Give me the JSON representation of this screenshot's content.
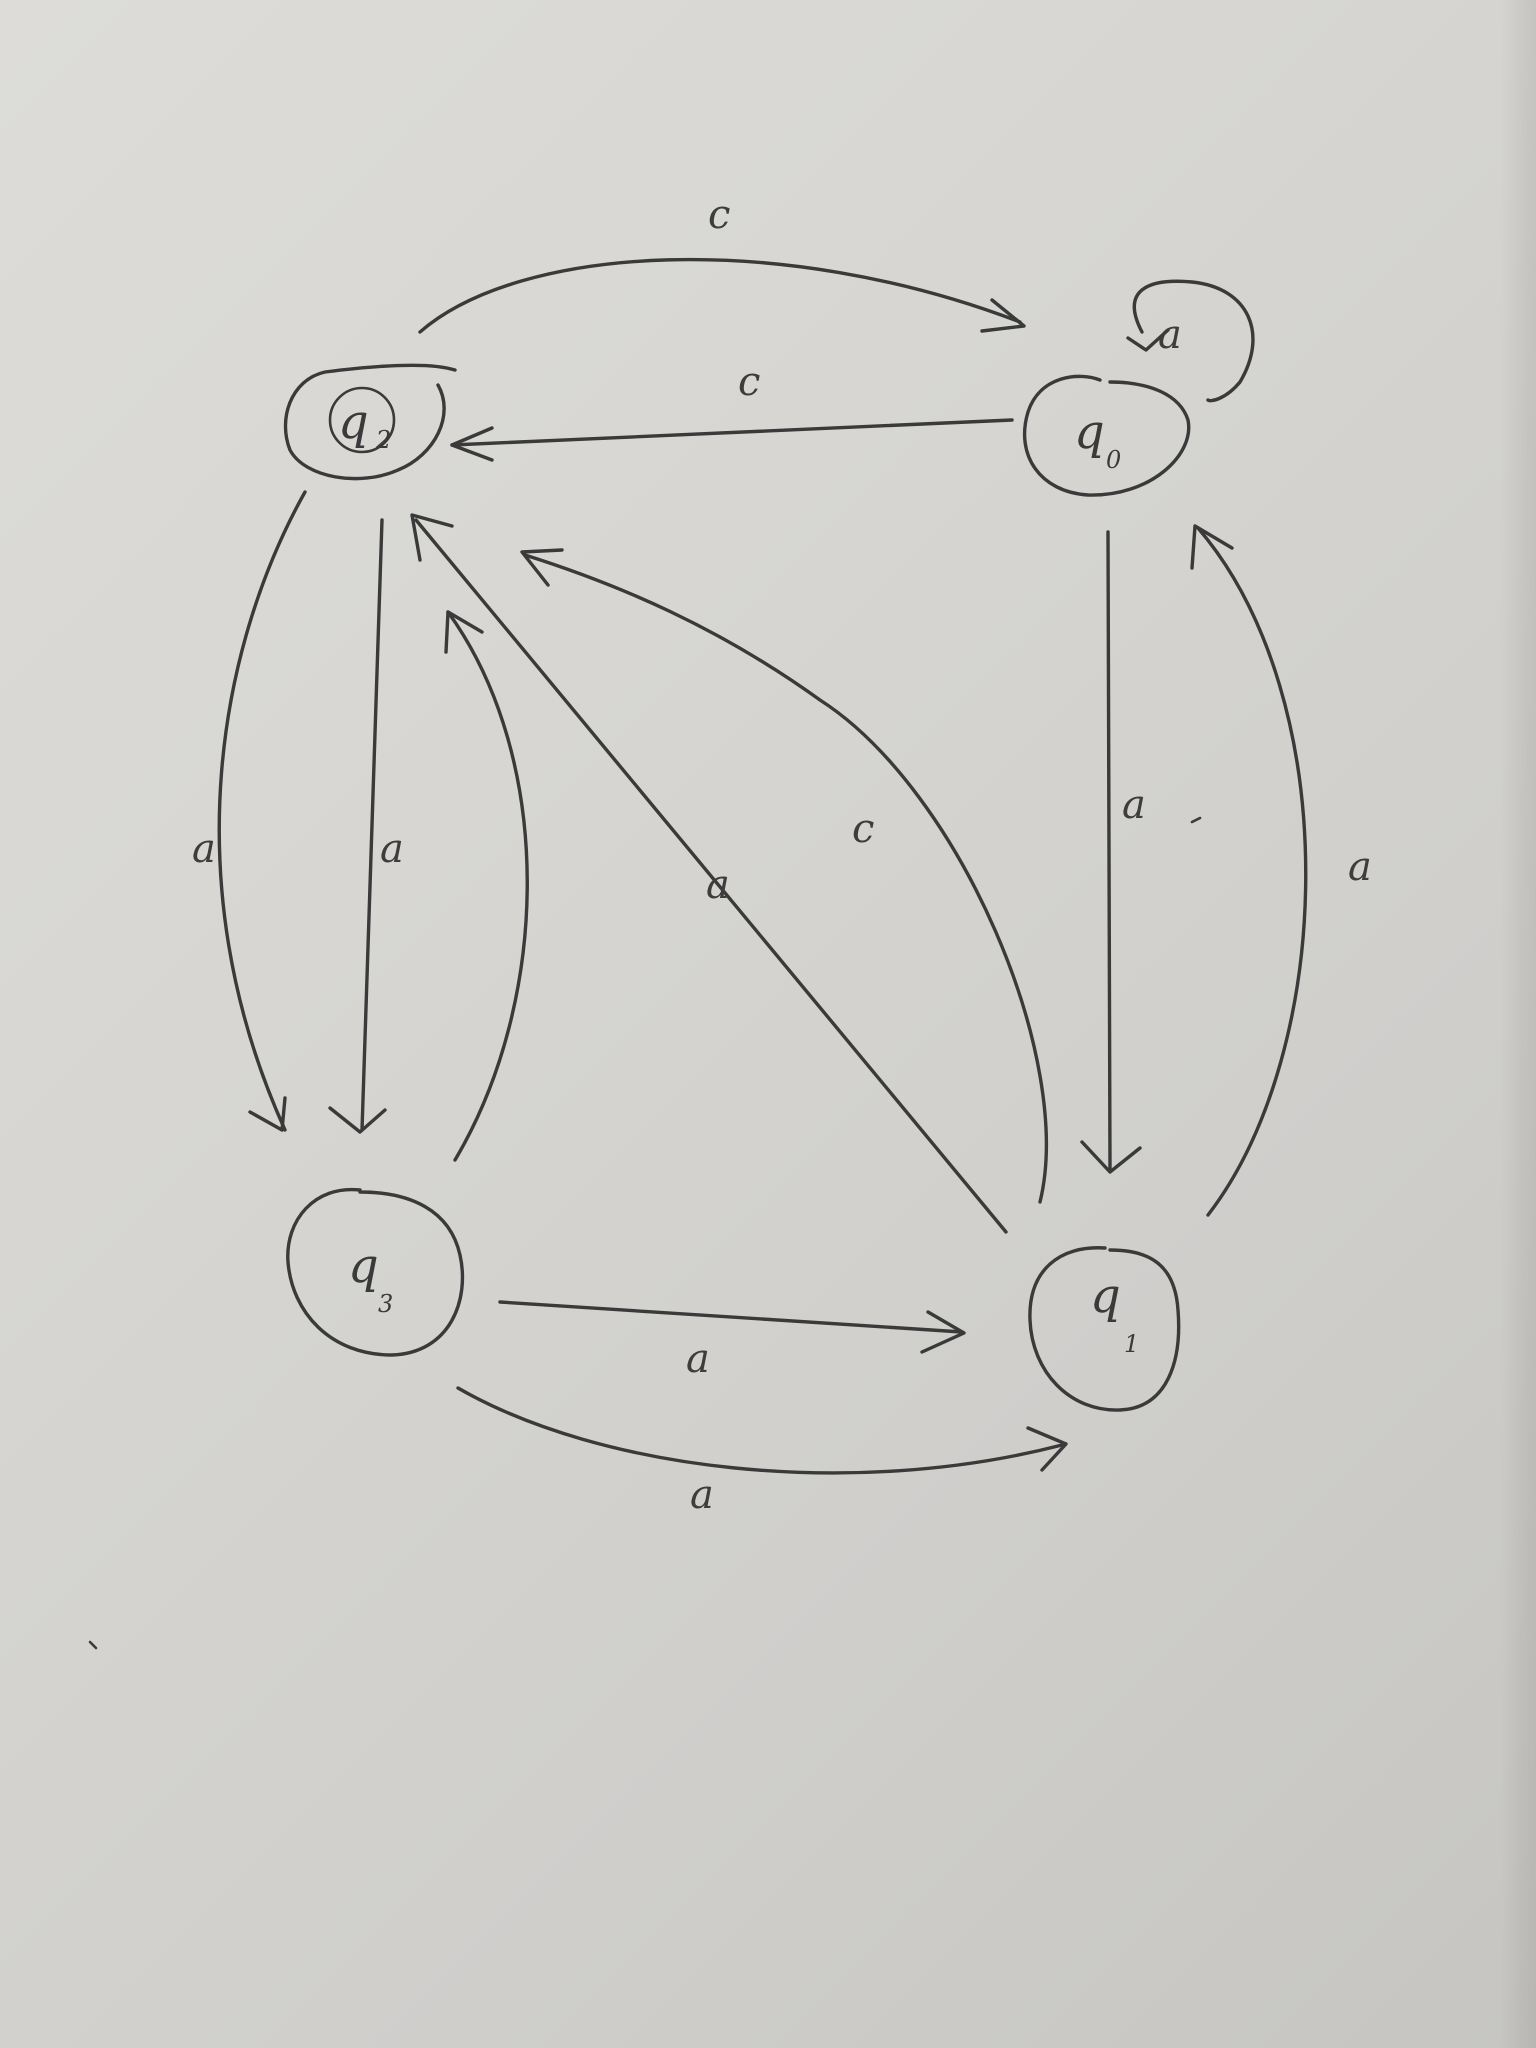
{
  "diagram": {
    "states": {
      "q0": {
        "name": "q",
        "sub": "0"
      },
      "q1": {
        "name": "q",
        "sub": "1"
      },
      "q2": {
        "name": "q",
        "sub": "2"
      },
      "q3": {
        "name": "q",
        "sub": "3"
      }
    },
    "edges": {
      "q2_to_q0": {
        "label": "c"
      },
      "q0_to_q2": {
        "label": "c"
      },
      "q0_loop": {
        "label": "a"
      },
      "q0_to_q1": {
        "label": "a"
      },
      "q1_to_q0": {
        "label": "a"
      },
      "q2_to_q3_outer": {
        "label": "a"
      },
      "q2_to_q3_inner": {
        "label": "a"
      },
      "q1_to_q2_diag": {
        "label": "a"
      },
      "q1_to_q2_curve": {
        "label": "c"
      },
      "q3_to_q1_straight": {
        "label": "a"
      },
      "q3_to_q1_curve": {
        "label": "a"
      }
    },
    "colors": {
      "paper": "#d9d8d4",
      "ink": "#3a3a3a"
    }
  }
}
